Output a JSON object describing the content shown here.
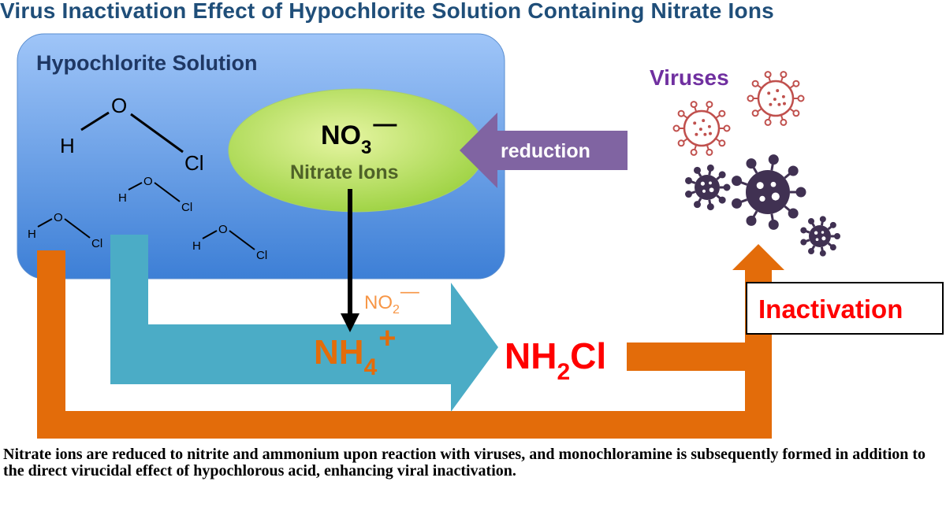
{
  "title": "Virus Inactivation Effect of Hypochlorite Solution Containing Nitrate Ions",
  "solution_box": {
    "label": "Hypochlorite Solution"
  },
  "molecule": {
    "o": "O",
    "h": "H",
    "cl": "Cl"
  },
  "nitrate": {
    "formula": "NO",
    "sub": "3",
    "sup": "—",
    "label": "Nitrate Ions"
  },
  "reduction_label": "reduction",
  "nitrite": {
    "formula": "NO",
    "sub": "2",
    "sup": "—"
  },
  "ammonium": {
    "formula": "NH",
    "sub": "4",
    "sup": "+"
  },
  "monochloramine": {
    "formula": "NH",
    "sub": "2",
    "tail": "Cl"
  },
  "viruses_label": "Viruses",
  "inactivation_label": "Inactivation",
  "caption": "Nitrate ions are reduced to nitrite and ammonium upon reaction with viruses, and monochloramine is subsequently formed in addition to the direct virucidal effect of hypochlorous acid, enhancing viral inactivation.",
  "colors": {
    "title": "#1f4e79",
    "orange_arrow": "#e36c0a",
    "teal_arrow": "#4bacc6",
    "reduction_arrow": "#8064a2",
    "virus_outline": "#c0504d",
    "virus_dark": "#403152",
    "inactivation_text": "#ff0000",
    "ammonium_text": "#e36c0a"
  }
}
